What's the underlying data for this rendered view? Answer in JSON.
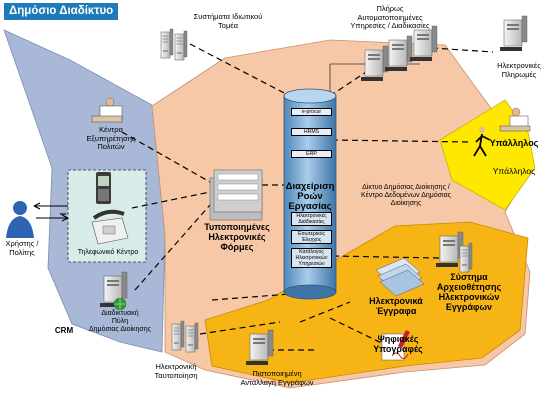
{
  "title": "Δημόσιο Διαδίκτυο",
  "labels": {
    "private_sector": "Συστήματα Ιδιωτικού\nΤομέα",
    "automated_services": "Πλήρως\nΑυτοματοποιημένες\nΥπηρεσίες / Διαδικασίες",
    "e_payments": "Ηλεκτρονικές\nΠληρωμές",
    "service_centers": "Κέντρα\nΕξυπηρέτησης\nΠολιτών",
    "call_center": "Τηλεφωνικό Κέντρο",
    "user_citizen": "Χρήστης /\nΠολίτης",
    "portal": "Διαδικτυακή\nΠύλη\nΔημόσιας Διοίκησης",
    "crm": "CRM",
    "standard_forms": "Τυποποιημένες\nΗλεκτρονικές\nΦόρμες",
    "workflow": "Διαχείριση\nΡοών\nΕργασίας",
    "admin_network": "Δίκτυο Δημόσιας Διοίκησης /\nΚέντρο Δεδομένων Δημόσιας\nΔιοίκησης",
    "employee_inner": "Υπάλληλος",
    "employee_outer": "Υπάλληλος",
    "archiving": "Σύστημα\nΑρχειοθέτησης\nΗλεκτρονικών\nΕγγράφων",
    "e_documents": "Ηλεκτρονικά\nΈγγραφα",
    "digital_signatures": "Ψηφιακές\nΥπογραφές",
    "e_authentication": "Ηλεκτρονική\nΤαυτοποίηση",
    "certified_exchange": "Πιστοποιημένη\nΑνταλλαγή Εγγράφων"
  },
  "drum_modules": [
    "e-procur",
    "HRMS",
    "ERP"
  ],
  "drum_submodules": [
    "Ηλεκτρονικές\nΔιαδικασίες",
    "Εσωτερικός\nΈλεγχος",
    "Κατάλογος\nΗλεκτρονικών\nΥπηρεσιών"
  ],
  "colors": {
    "internet_zone": "#a8b8d6",
    "admin_zone": "#f6c8a8",
    "archive_zone": "#f7b515",
    "employee_zone": "#ffe800",
    "drum": "#7aaed8",
    "title_bg": "#1f7ab8",
    "call_center_box": "#d8ecea"
  }
}
